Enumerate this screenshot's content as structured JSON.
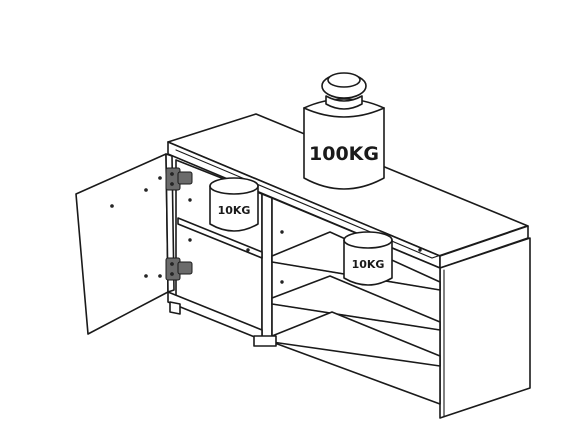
{
  "weights": {
    "top": "100KG",
    "left_shelf": "10KG",
    "right_shelf": "10KG"
  },
  "colors": {
    "line": "#1a1a1a",
    "background": "#ffffff",
    "hinge": "#6b6b6b"
  }
}
